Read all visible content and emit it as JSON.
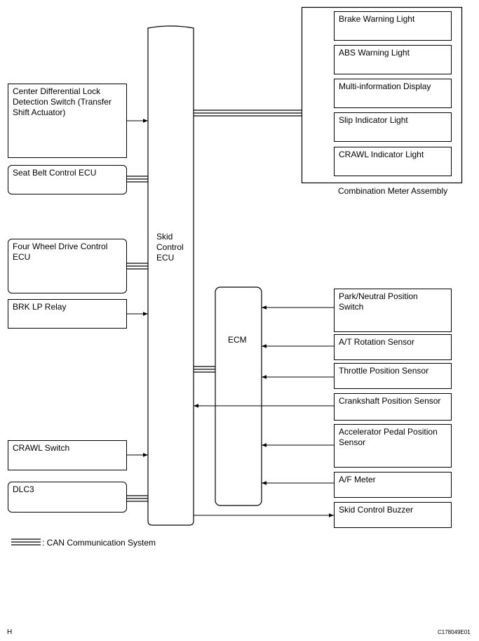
{
  "left_components": [
    {
      "id": "cdl",
      "label": "Center Differential Lock\nDetection Switch (Transfer\nShift Actuator)"
    },
    {
      "id": "sbc",
      "label": "Seat Belt Control ECU"
    },
    {
      "id": "fwd",
      "label": "Four Wheel Drive Control\nECU"
    },
    {
      "id": "brk",
      "label": "BRK LP Relay"
    },
    {
      "id": "crawl",
      "label": "CRAWL Switch"
    },
    {
      "id": "dlc3",
      "label": "DLC3"
    }
  ],
  "skid_ecu": {
    "label": "Skid\nControl\nECU"
  },
  "ecm": {
    "label": "ECM"
  },
  "combination_meter": {
    "label": "Combination Meter Assembly",
    "items": [
      {
        "label": "Brake Warning Light"
      },
      {
        "label": "ABS Warning Light"
      },
      {
        "label": "Multi-information Display"
      },
      {
        "label": "Slip Indicator Light"
      },
      {
        "label": "CRAWL Indicator Light"
      }
    ]
  },
  "right_components": [
    {
      "id": "pnp",
      "label": "Park/Neutral Position\nSwitch"
    },
    {
      "id": "atr",
      "label": "A/T Rotation Sensor"
    },
    {
      "id": "tps",
      "label": "Throttle Position Sensor"
    },
    {
      "id": "ckp",
      "label": "Crankshaft Position Sensor"
    },
    {
      "id": "app",
      "label": "Accelerator Pedal Position\nSensor"
    },
    {
      "id": "af",
      "label": "A/F Meter"
    },
    {
      "id": "buzzer",
      "label": "Skid Control Buzzer"
    }
  ],
  "legend": {
    "label": ":  CAN Communication System"
  },
  "corner_left": "H",
  "corner_right": "C178049E01"
}
